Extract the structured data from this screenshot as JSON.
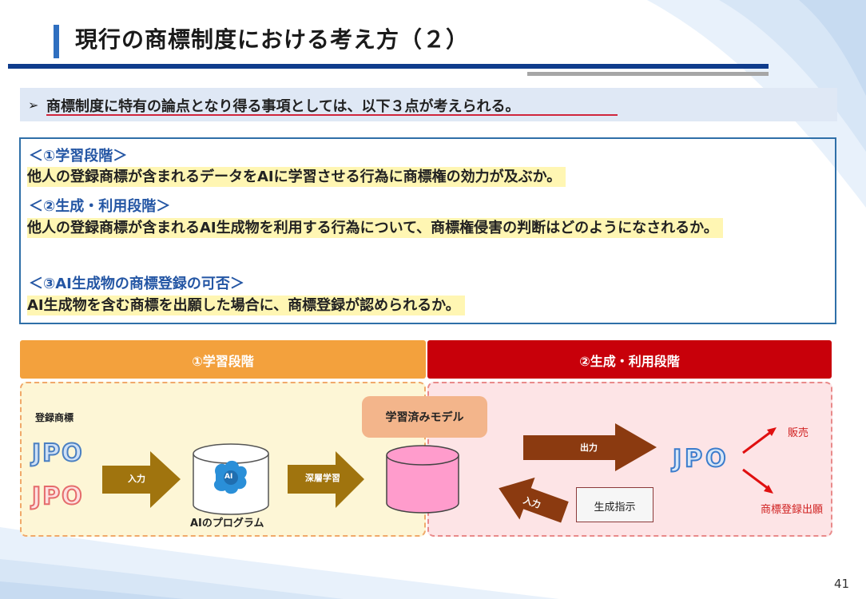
{
  "header": {
    "title": "現行の商標制度における考え方（２）"
  },
  "summary": {
    "bullet": "➢",
    "text": "商標制度に特有の論点となり得る事項としては、以下３点が考えられる。"
  },
  "stages": [
    {
      "heading": "＜①学習段階＞",
      "body": "他人の登録商標が含まれるデータをAIに学習させる行為に商標権の効力が及ぶか。"
    },
    {
      "heading": "＜②生成・利用段階＞",
      "body": "他人の登録商標が含まれるAI生成物を利用する行為について、商標権侵害の判断はどのようになされるか。"
    },
    {
      "heading": "＜③AI生成物の商標登録の可否＞",
      "body": "AI生成物を含む商標を出願した場合に、商標登録が認められるか。"
    }
  ],
  "diagram": {
    "learn_phase": "①学習段階",
    "gen_phase": "②生成・利用段階",
    "registered_tm": "登録商標",
    "jpo_blue": "JPO",
    "jpo_red": "JPO",
    "jpo_output": "JPO",
    "input_label": "入力",
    "ai_program": "AIのプログラム",
    "ai_badge": "AI",
    "deep_learning": "深層学習",
    "trained_model": "学習済みモデル",
    "output_label": "出力",
    "input_label_2": "入力",
    "generation_instruction": "生成指示",
    "sale": "販売",
    "tm_application": "商標登録出願"
  },
  "colors": {
    "title_accent": "#2f6fc0",
    "rule_blue": "#0f3c8c",
    "learn_bar": "#f3a13d",
    "gen_bar": "#c8000a",
    "arrow_gold": "#a0740e",
    "arrow_brown": "#8b3a10",
    "model_pink": "#ff9ccc"
  },
  "page_number": "41"
}
